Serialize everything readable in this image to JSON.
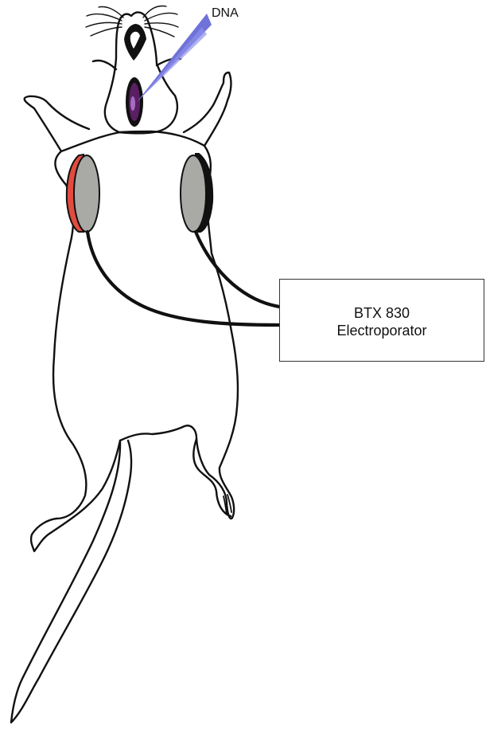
{
  "labels": {
    "dna": "DNA",
    "device_line1": "BTX 830",
    "device_line2": "Electroporator"
  },
  "colors": {
    "outline": "#111111",
    "cable": "#111111",
    "syringe": "#6f72d8",
    "injection_site": "#5a1f63",
    "positive_electrode": "#e34b3f",
    "negative_electrode": "#111111",
    "electrode_plate": "#a9aaa6",
    "device_border": "#333333"
  },
  "icons": {
    "mouse": "mouse-outline-icon",
    "syringe": "syringe-icon",
    "electrode_left": "electrode-plate-icon",
    "electrode_right": "electrode-plate-icon"
  }
}
